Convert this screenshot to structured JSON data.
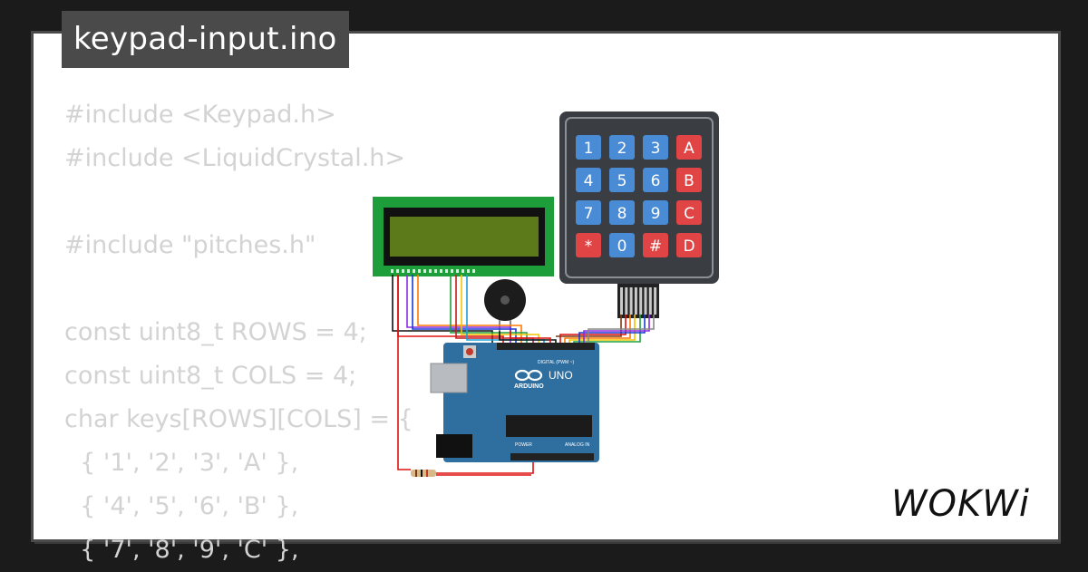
{
  "project": {
    "filename": "keypad-input.ino"
  },
  "code_lines": [
    "#include <Keypad.h>",
    "#include <LiquidCrystal.h>",
    "",
    "#include \"pitches.h\"",
    "",
    "const uint8_t ROWS = 4;",
    "const uint8_t COLS = 4;",
    "char keys[ROWS][COLS] = {",
    "  { '1', '2', '3', 'A' },",
    "  { '4', '5', '6', 'B' },",
    "  { '7', '8', '9', 'C' },"
  ],
  "keypad": {
    "keys": [
      "1",
      "2",
      "3",
      "A",
      "4",
      "5",
      "6",
      "B",
      "7",
      "8",
      "9",
      "C",
      "*",
      "0",
      "#",
      "D"
    ]
  },
  "arduino": {
    "model_label": "UNO",
    "brand_label": "ARDUINO",
    "digital_label": "DIGITAL (PWM ~)",
    "analog_label": "ANALOG IN",
    "power_label": "POWER"
  },
  "brand": {
    "logo_text": "WOKWi"
  },
  "colors": {
    "page_bg": "#1b1b1b",
    "card_bg": "#ffffff",
    "badge_bg": "#4a4a4a",
    "code_text": "#d3d3d3",
    "key_blue": "#4a8bd6",
    "key_red": "#e04444",
    "keypad_body": "#3a3d42",
    "lcd_pcb": "#1e9e3a",
    "lcd_screen": "#5c7a1a",
    "arduino_board": "#2f6f9f"
  }
}
